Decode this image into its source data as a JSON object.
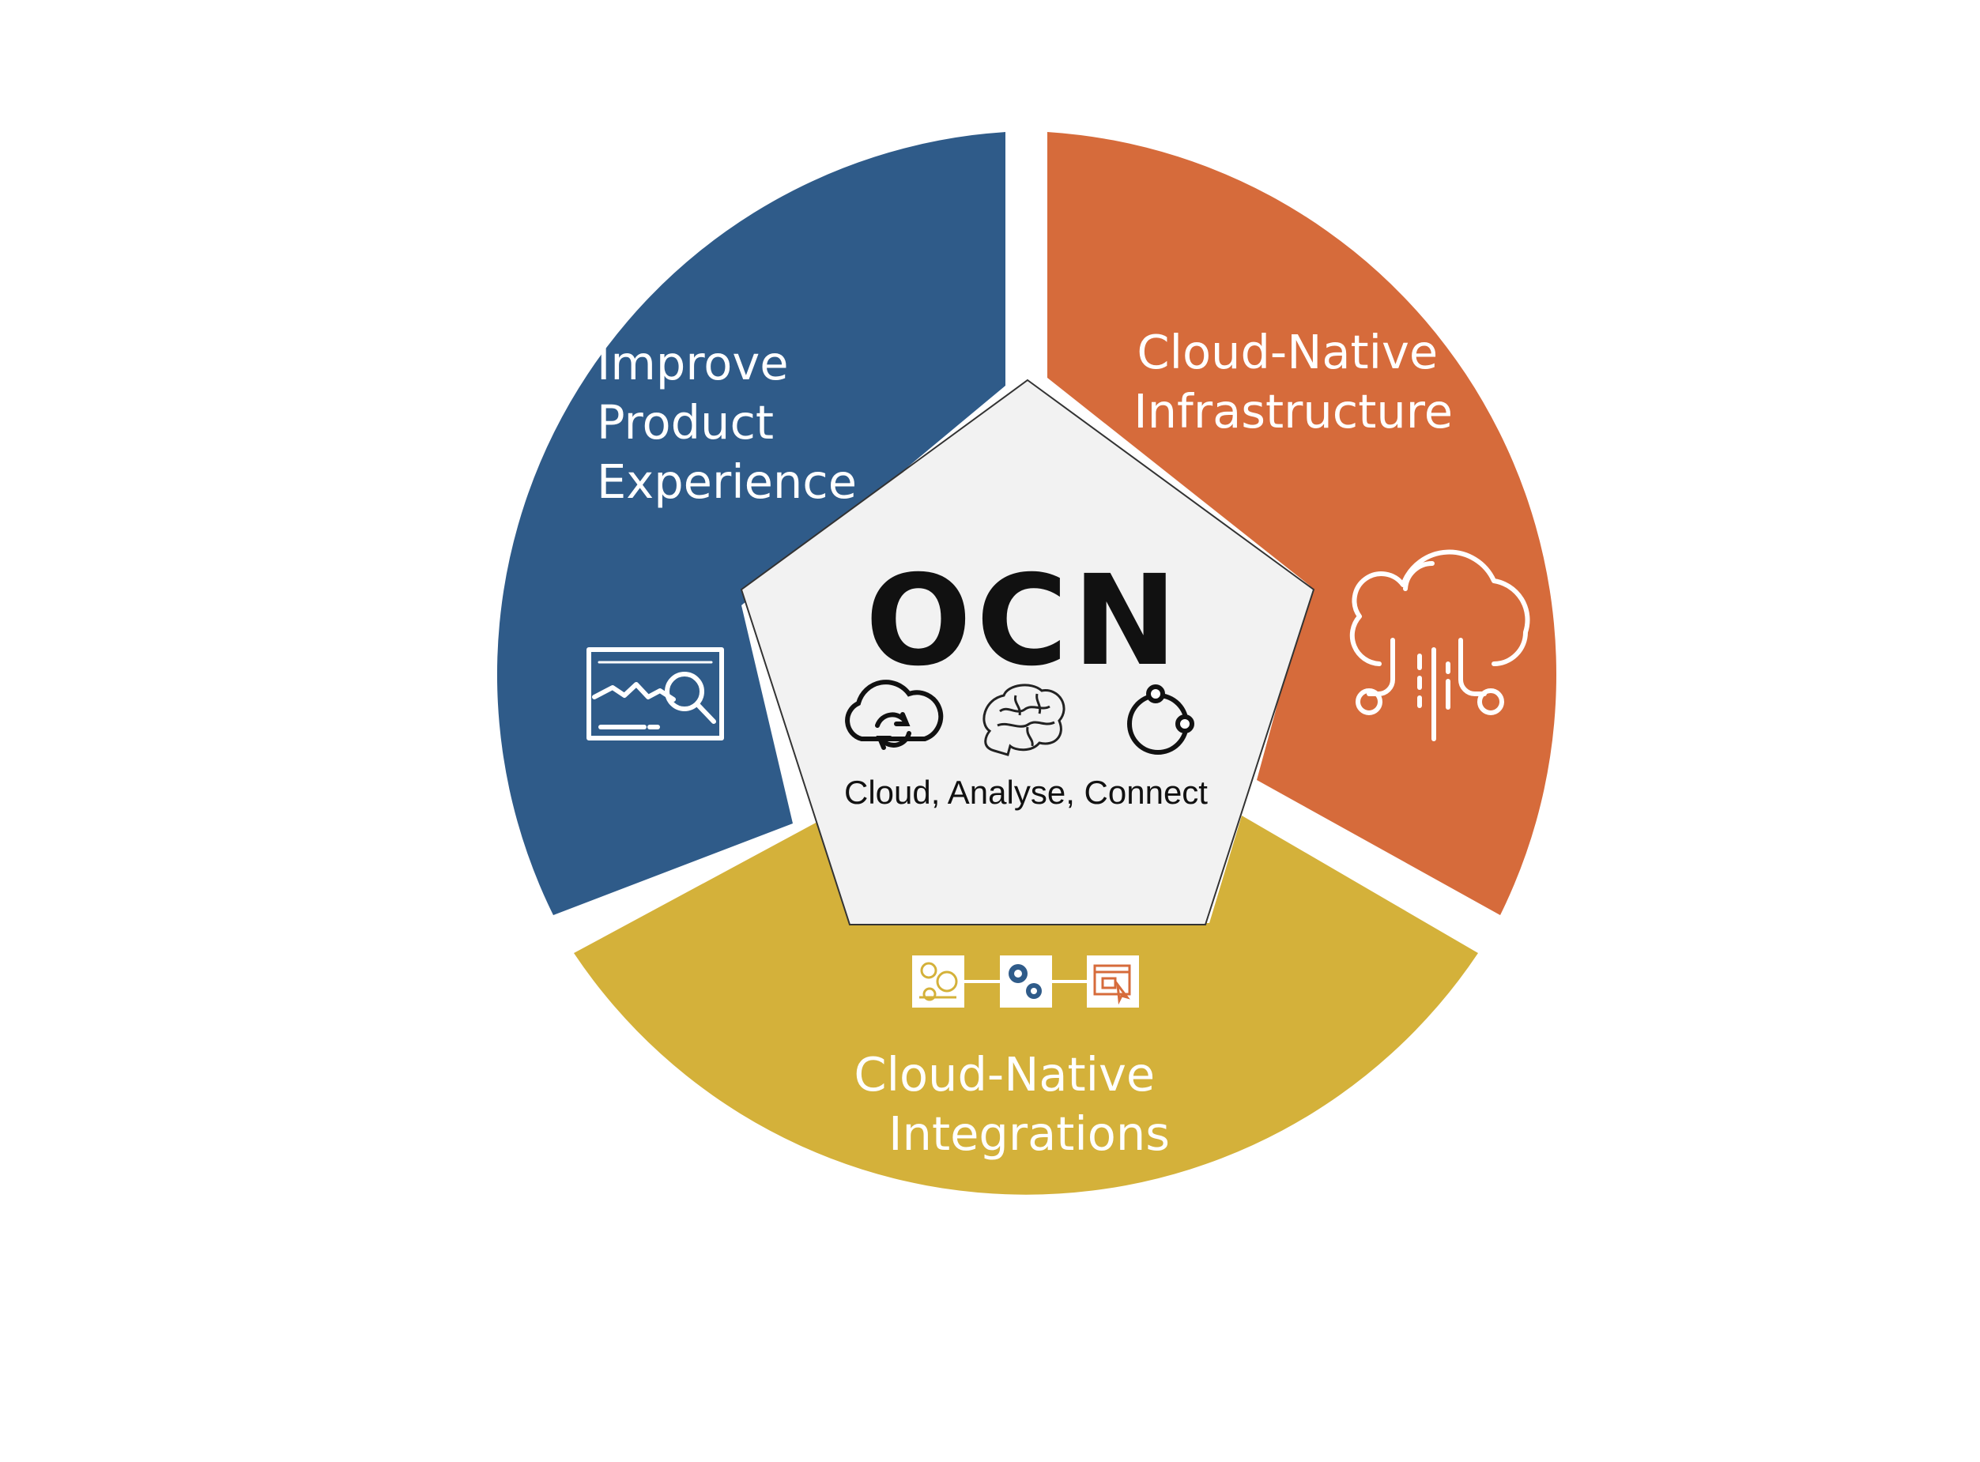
{
  "colors": {
    "blue": "#2f5b89",
    "orange": "#d66b3b",
    "gold": "#d4b13a",
    "center_fill": "#f2f2f2",
    "center_stroke": "#333333",
    "icon_line": "#ffffff",
    "mini_gold": "#d4b13a",
    "mini_blue": "#2f5b89",
    "mini_orange": "#d66b3b"
  },
  "segments": [
    {
      "id": "blue",
      "lines": [
        "Improve",
        "Product",
        "Experience"
      ],
      "icon": "analytics-dashboard-icon"
    },
    {
      "id": "orange",
      "lines": [
        "Cloud-Native",
        "Infrastructure"
      ],
      "icon": "cloud-network-icon"
    },
    {
      "id": "gold",
      "lines": [
        "Cloud-Native",
        "Integrations"
      ],
      "icon": "integration-pipeline-icon"
    }
  ],
  "center": {
    "logo": "OCN",
    "tagline": "Cloud, Analyse, Connect",
    "icons": [
      "cloud-sync-icon",
      "brain-icon",
      "connect-node-icon"
    ]
  }
}
